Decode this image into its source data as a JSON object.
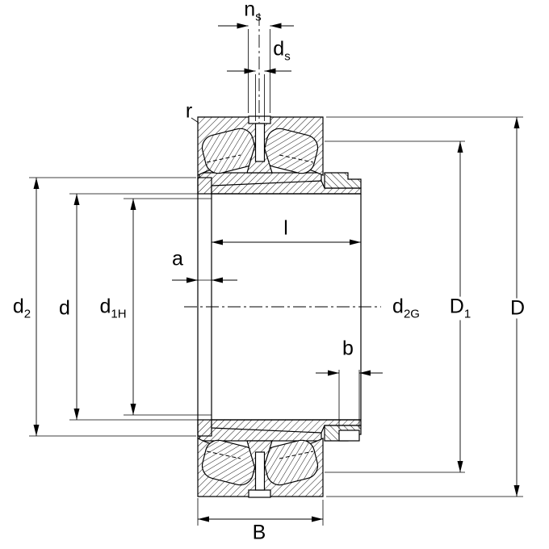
{
  "drawing": {
    "background_color": "#ffffff",
    "line_color": "#000000",
    "labels": {
      "ns": {
        "main": "n",
        "sub": "s"
      },
      "ds": {
        "main": "d",
        "sub": "s"
      },
      "r": {
        "main": "r"
      },
      "d2": {
        "main": "d",
        "sub": "2"
      },
      "d": {
        "main": "d"
      },
      "d1H": {
        "main": "d",
        "sub": "1H"
      },
      "l": {
        "main": "l"
      },
      "a": {
        "main": "a"
      },
      "d2G": {
        "main": "d",
        "sub": "2G"
      },
      "D1": {
        "main": "D",
        "sub": "1"
      },
      "D": {
        "main": "D"
      },
      "b": {
        "main": "b"
      },
      "B": {
        "main": "B"
      }
    }
  }
}
